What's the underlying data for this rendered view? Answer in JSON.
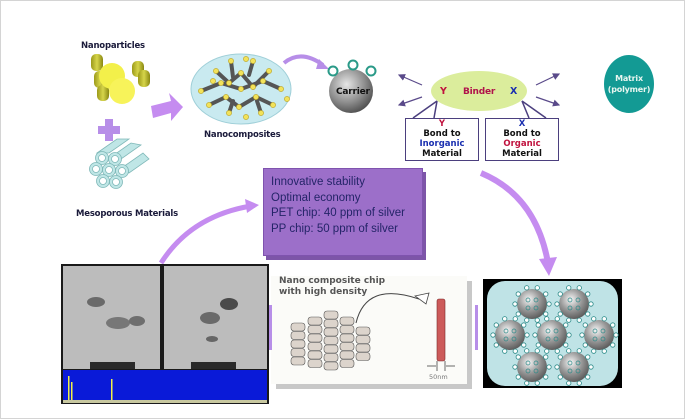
{
  "labels": {
    "nanoparticles": "Nanoparticles",
    "mesoporous": "Mesoporous Materials",
    "nanocomposites": "Nanocomposites",
    "carrier": "Carrier",
    "binder": "Binder",
    "binder_y": "Y",
    "binder_x": "X",
    "matrix_line1": "Matrix",
    "matrix_line2": "(polymer)"
  },
  "bond_boxes": [
    {
      "letter": "Y",
      "line1": "Bond to",
      "keyword": "Inorganic",
      "line3": "Material",
      "keyword_color": "#1a2fb0"
    },
    {
      "letter": "X",
      "line1": "Bond to",
      "keyword": "Organic",
      "line3": "Material",
      "keyword_color": "#c0123e"
    }
  ],
  "info_box": {
    "lines": [
      "Innovative stability",
      "Optimal economy",
      "PET chip: 40 ppm of silver",
      "PP chip: 50 ppm of silver"
    ]
  },
  "chip_panel": {
    "title_line1": "Nano composite chip",
    "title_line2": "with high density",
    "thickness_label": "50nm"
  },
  "colors": {
    "arrow_purple": "#c58cf0",
    "infobox_fill": "#9c6fc9",
    "binder_fill": "#dbed9c",
    "matrix_fill": "#139a94",
    "nanoparticle_yellow": "#f3f04a",
    "mesoporous_cyan": "#bfe6e6"
  }
}
